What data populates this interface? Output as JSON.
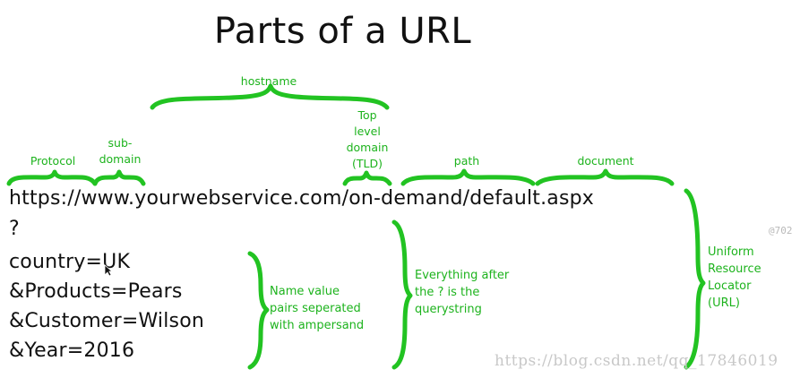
{
  "title": "Parts of a URL",
  "url_line": {
    "protocol": "https://",
    "subdomain": "www.",
    "domain": "yourwebservice",
    "tld": ".com/",
    "path": "on-demand/",
    "document": "default.aspx"
  },
  "query_lines": [
    "?",
    "country=UK",
    "&Products=Pears",
    "&Customer=Wilson",
    "&Year=2016"
  ],
  "labels": {
    "hostname": "hostname",
    "protocol": "Protocol",
    "subdomain": [
      "sub-",
      "domain"
    ],
    "tld": [
      "Top",
      "level",
      "domain",
      "(TLD)"
    ],
    "path": "path",
    "document": "document"
  },
  "notes": {
    "name_value": [
      "Name value",
      "pairs seperated",
      "with ampersand"
    ],
    "querystring": [
      "Everything after",
      "the ? is the",
      "querystring"
    ],
    "url": [
      "Uniform",
      "Resource",
      "Locator",
      "(URL)"
    ]
  },
  "watermarks": {
    "side": "@702",
    "bottom": "https://blog.csdn.net/qq_17846019"
  },
  "colors": {
    "accent": "#22c322",
    "text": "#111111"
  }
}
